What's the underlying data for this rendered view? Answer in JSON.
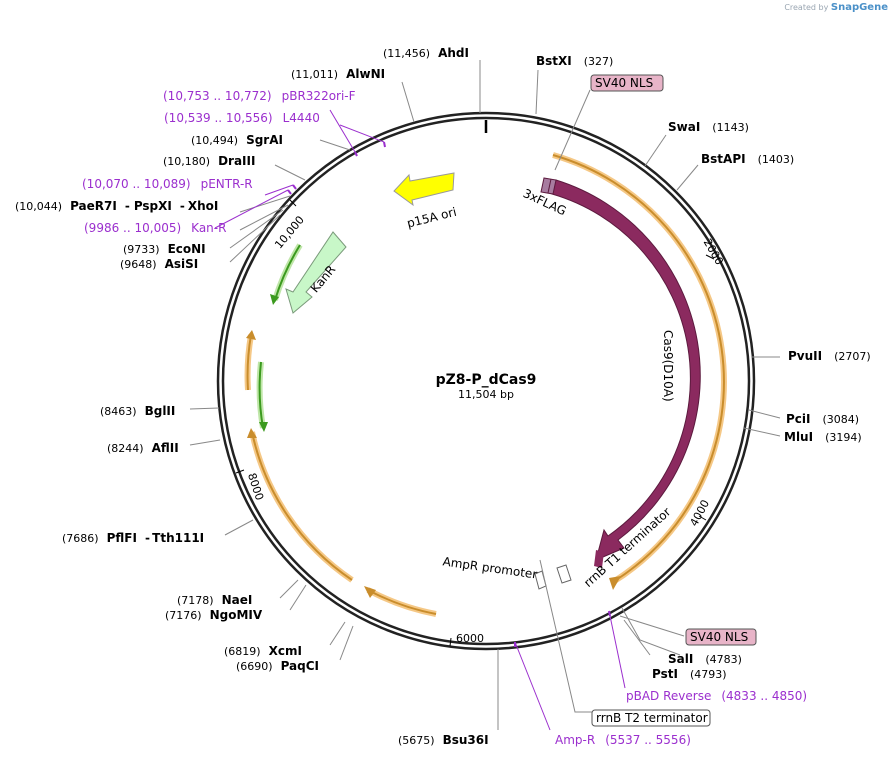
{
  "watermark": {
    "created_by": "Created by",
    "brand": "SnapGene"
  },
  "plasmid": {
    "name": "pZ8-P_dCas9",
    "size": "11,504 bp"
  },
  "ticks": [
    "2000",
    "4000",
    "6000",
    "8000",
    "10,000"
  ],
  "enzymes": [
    {
      "name": "AhdI",
      "pos": "(11,456)"
    },
    {
      "name": "BstXI",
      "pos": "(327)"
    },
    {
      "name": "AlwNI",
      "pos": "(11,011)"
    },
    {
      "name": "SwaI",
      "pos": "(1143)"
    },
    {
      "name": "SgrAI",
      "pos": "(10,494)"
    },
    {
      "name": "BstAPI",
      "pos": "(1403)"
    },
    {
      "name": "DraIII",
      "pos": "(10,180)"
    },
    {
      "name": "PaeR7I",
      "sep1": "-",
      "name2": "PspXI",
      "sep2": "-",
      "name3": "XhoI",
      "pos": "(10,044)"
    },
    {
      "name": "EcoNI",
      "pos": "(9733)"
    },
    {
      "name": "AsiSI",
      "pos": "(9648)"
    },
    {
      "name": "PvuII",
      "pos": "(2707)"
    },
    {
      "name": "PciI",
      "pos": "(3084)"
    },
    {
      "name": "MluI",
      "pos": "(3194)"
    },
    {
      "name": "BglII",
      "pos": "(8463)"
    },
    {
      "name": "AflII",
      "pos": "(8244)"
    },
    {
      "name": "PflFI",
      "sep1": "-",
      "name2": "Tth111I",
      "pos": "(7686)"
    },
    {
      "name": "NaeI",
      "pos": "(7178)"
    },
    {
      "name": "NgoMIV",
      "pos": "(7176)"
    },
    {
      "name": "XcmI",
      "pos": "(6819)"
    },
    {
      "name": "PaqCI",
      "pos": "(6690)"
    },
    {
      "name": "SalI",
      "pos": "(4783)"
    },
    {
      "name": "PstI",
      "pos": "(4793)"
    },
    {
      "name": "Bsu36I",
      "pos": "(5675)"
    }
  ],
  "primers": [
    {
      "range": "(10,753 .. 10,772)",
      "name": "pBR322ori-F"
    },
    {
      "range": "(10,539 .. 10,556)",
      "name": "L4440"
    },
    {
      "range": "(10,070 .. 10,089)",
      "name": "pENTR-R"
    },
    {
      "range": "(9986 .. 10,005)",
      "name": "Kan-R"
    },
    {
      "range": "(4833 .. 4850)",
      "name": "pBAD Reverse"
    },
    {
      "name": "Amp-R",
      "range": "(5537 .. 5556)"
    }
  ],
  "boxed_features": [
    {
      "label": "SV40 NLS"
    },
    {
      "label": "SV40 NLS"
    },
    {
      "label": "rrnB T2 terminator"
    }
  ],
  "features": [
    {
      "label": "p15A ori"
    },
    {
      "label": "3xFLAG"
    },
    {
      "label": "KanR"
    },
    {
      "label": "Cas9(D10A)"
    },
    {
      "label": "rrnB T1 terminator"
    },
    {
      "label": "AmpR promoter"
    }
  ],
  "colors": {
    "cas9": "#8b2a5f",
    "orf": "#f5a623",
    "p15a": "#ffff00",
    "kanr": "#b8f5b8",
    "primer": "#9b2fce",
    "sv40_box": "#e8b4c8"
  }
}
